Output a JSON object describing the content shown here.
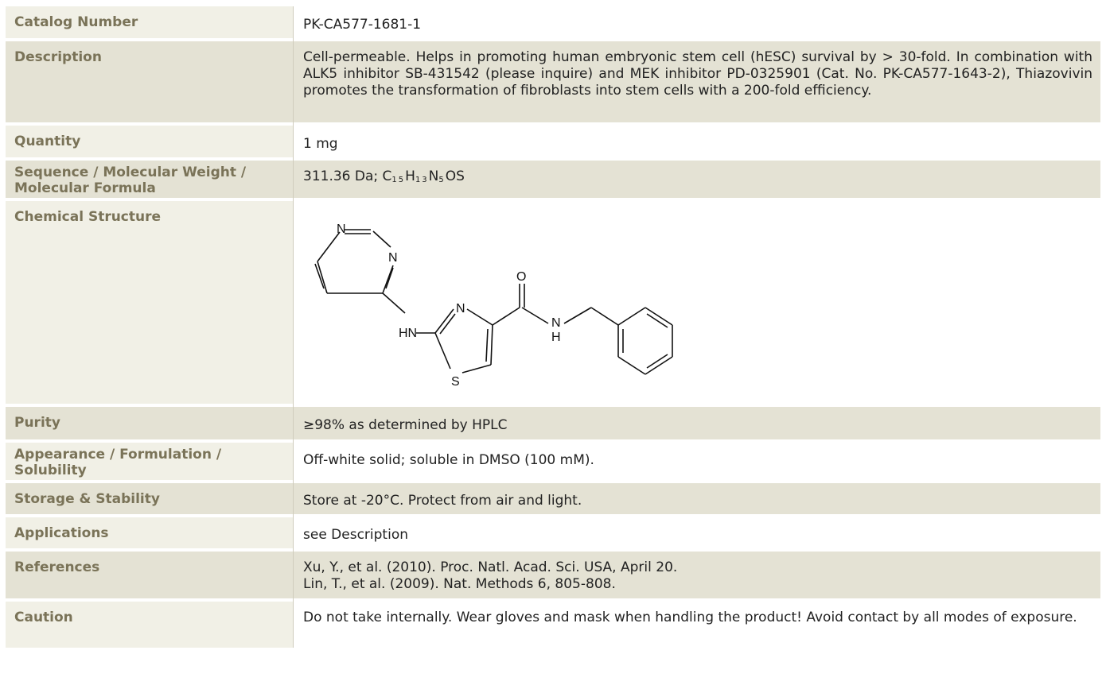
{
  "rows": {
    "catalog": {
      "label": "Catalog Number",
      "value": "PK-CA577-1681-1"
    },
    "description": {
      "label": "Description",
      "value": "Cell-permeable. Helps in promoting human embryonic stem cell (hESC) survival by > 30-fold. In combination with ALK5 inhibitor SB-431542 (please inquire) and MEK inhibitor PD-0325901 (Cat. No. PK-CA577-1643-2), Thiazovivin promotes the transformation of fibroblasts into stem cells with a 200-fold efficiency."
    },
    "quantity": {
      "label": "Quantity",
      "value": "1 mg"
    },
    "sequence": {
      "label": "Sequence / Molecular Weight / Molecular Formula",
      "value_prefix": "311.36 Da; C",
      "sub1": "15",
      "mid1": "H",
      "sub2": "13",
      "mid2": "N",
      "sub3": "5",
      "suffix": "OS"
    },
    "structure": {
      "label": "Chemical Structure",
      "atoms": {
        "n1": "N",
        "n2": "N",
        "hn": "HN",
        "n3": "N",
        "s": "S",
        "o": "O",
        "nh_n": "N",
        "nh_h": "H"
      }
    },
    "purity": {
      "label": "Purity",
      "value": "≥98% as determined by HPLC"
    },
    "appearance": {
      "label": "Appearance / Formulation / Solubility",
      "value": "Off-white solid; soluble in DMSO (100 mM)."
    },
    "storage": {
      "label": "Storage & Stability",
      "value": "Store at -20°C. Protect from air and light."
    },
    "applications": {
      "label": "Applications",
      "value": "see Description"
    },
    "references": {
      "label": "References",
      "lines": [
        "Xu, Y., et al. (2010). Proc. Natl. Acad. Sci. USA, April 20.",
        "Lin, T., et al. (2009). Nat. Methods 6, 805-808."
      ]
    },
    "caution": {
      "label": "Caution",
      "value": "Do not take internally. Wear gloves and mask when handling the product! Avoid contact by all modes of exposure."
    }
  },
  "colors": {
    "label_bg": "#f1f0e6",
    "alt_bg": "#e4e2d4",
    "label_text": "#7a7358"
  }
}
